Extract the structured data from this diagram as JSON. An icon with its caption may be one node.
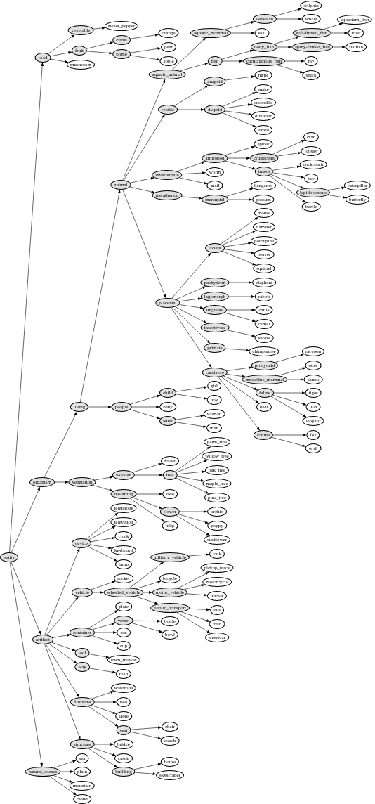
{
  "diagram": {
    "nodes": [
      {
        "text": [
          "entity"
        ]
      },
      {
        "text": [
          "food"
        ]
      },
      {
        "text": [
          "vegetable"
        ]
      },
      {
        "text": [
          "sweet_pepper"
        ]
      },
      {
        "text": [
          "fruit"
        ]
      },
      {
        "text": [
          "citrus"
        ]
      },
      {
        "text": [
          "orange"
        ]
      },
      {
        "text": [
          "pome"
        ]
      },
      {
        "text": [
          "pear"
        ]
      },
      {
        "text": [
          "apple"
        ]
      },
      {
        "text": [
          "mushroom"
        ]
      },
      {
        "text": [
          "organism"
        ]
      },
      {
        "text": [
          "living"
        ]
      },
      {
        "text": [
          "animal"
        ]
      },
      {
        "text": [
          "aquatic_animal"
        ]
      },
      {
        "text": [
          "aquatic_mammal"
        ]
      },
      {
        "text": [
          "cetacean"
        ]
      },
      {
        "text": [
          "dolphin"
        ]
      },
      {
        "text": [
          "whale"
        ]
      },
      {
        "text": [
          "seal"
        ]
      },
      {
        "text": [
          "fish"
        ]
      },
      {
        "text": [
          "bony_fish"
        ]
      },
      {
        "text": [
          "soft-finned_fish"
        ]
      },
      {
        "text": [
          "aquarium_fish"
        ]
      },
      {
        "text": [
          "trout"
        ]
      },
      {
        "text": [
          "spiny-finned_fish"
        ]
      },
      {
        "text": [
          "flatfish"
        ]
      },
      {
        "text": [
          "cartilaginous_fish"
        ]
      },
      {
        "text": [
          "ray"
        ]
      },
      {
        "text": [
          "shark"
        ]
      },
      {
        "text": [
          "reptile"
        ]
      },
      {
        "text": [
          "anapsid"
        ]
      },
      {
        "text": [
          "turtle"
        ]
      },
      {
        "text": [
          "diapsid"
        ]
      },
      {
        "text": [
          "snake"
        ]
      },
      {
        "text": [
          "crocodile"
        ]
      },
      {
        "text": [
          "dinosaur"
        ]
      },
      {
        "text": [
          "lizard"
        ]
      },
      {
        "text": [
          "invertebrate"
        ]
      },
      {
        "text": [
          "arthropod"
        ]
      },
      {
        "text": [
          "spider"
        ]
      },
      {
        "text": [
          "crustacean"
        ]
      },
      {
        "text": [
          "crab"
        ]
      },
      {
        "text": [
          "lobster"
        ]
      },
      {
        "text": [
          "insect"
        ]
      },
      {
        "text": [
          "cockroach"
        ]
      },
      {
        "text": [
          "bee"
        ]
      },
      {
        "text": [
          "lepidopterous"
        ]
      },
      {
        "text": [
          "caterpillar"
        ]
      },
      {
        "text": [
          "butterfly"
        ]
      },
      {
        "text": [
          "beetle"
        ]
      },
      {
        "text": [
          "worm"
        ]
      },
      {
        "text": [
          "snail"
        ]
      },
      {
        "text": [
          "metatherian"
        ]
      },
      {
        "text": [
          "marsupial"
        ]
      },
      {
        "text": [
          "kangaroo"
        ]
      },
      {
        "text": [
          "possum"
        ]
      },
      {
        "text": [
          "placental"
        ]
      },
      {
        "text": [
          "rodent"
        ]
      },
      {
        "text": [
          "mouse"
        ]
      },
      {
        "text": [
          "hamster"
        ]
      },
      {
        "text": [
          "porcupine"
        ]
      },
      {
        "text": [
          "beaver"
        ]
      },
      {
        "text": [
          "squirrel"
        ]
      },
      {
        "text": [
          "pachyderm"
        ]
      },
      {
        "text": [
          "elephant"
        ]
      },
      {
        "text": [
          "lagomorph"
        ]
      },
      {
        "text": [
          "rabbit"
        ]
      },
      {
        "text": [
          "ungulate"
        ]
      },
      {
        "text": [
          "cattle"
        ]
      },
      {
        "text": [
          "camel"
        ]
      },
      {
        "text": [
          "insectivore"
        ]
      },
      {
        "text": [
          "shrew"
        ]
      },
      {
        "text": [
          "primate"
        ]
      },
      {
        "text": [
          "chimpanzee"
        ]
      },
      {
        "text": [
          "carnivore"
        ]
      },
      {
        "text": [
          "procyonid"
        ]
      },
      {
        "text": [
          "raccoon"
        ]
      },
      {
        "text": [
          "musteline_mammal"
        ]
      },
      {
        "text": [
          "otter"
        ]
      },
      {
        "text": [
          "skunk"
        ]
      },
      {
        "text": [
          "feline"
        ]
      },
      {
        "text": [
          "tiger"
        ]
      },
      {
        "text": [
          "lion"
        ]
      },
      {
        "text": [
          "leopard"
        ]
      },
      {
        "text": [
          "bear"
        ]
      },
      {
        "text": [
          "canine"
        ]
      },
      {
        "text": [
          "fox"
        ]
      },
      {
        "text": [
          "wolf"
        ]
      },
      {
        "text": [
          "people"
        ]
      },
      {
        "text": [
          "child"
        ]
      },
      {
        "text": [
          "girl"
        ]
      },
      {
        "text": [
          "boy"
        ]
      },
      {
        "text": [
          "baby"
        ]
      },
      {
        "text": [
          "adult"
        ]
      },
      {
        "text": [
          "woman"
        ]
      },
      {
        "text": [
          "man"
        ]
      },
      {
        "text": [
          "vegetation"
        ]
      },
      {
        "text": [
          "wooden"
        ]
      },
      {
        "text": [
          "forest"
        ]
      },
      {
        "text": [
          "tree"
        ]
      },
      {
        "text": [
          "palm_tree"
        ]
      },
      {
        "text": [
          "willow_tree"
        ]
      },
      {
        "text": [
          "oak_tree"
        ]
      },
      {
        "text": [
          "maple_tree"
        ]
      },
      {
        "text": [
          "pine_tree"
        ]
      },
      {
        "text": [
          "blooming"
        ]
      },
      {
        "text": [
          "rose"
        ]
      },
      {
        "text": [
          "flower"
        ]
      },
      {
        "text": [
          "orchid"
        ]
      },
      {
        "text": [
          "poppy"
        ]
      },
      {
        "text": [
          "sunflower"
        ]
      },
      {
        "text": [
          "tulip"
        ]
      },
      {
        "text": [
          "artifact"
        ]
      },
      {
        "text": [
          "device"
        ]
      },
      {
        "text": [
          "telephone"
        ]
      },
      {
        "text": [
          "television"
        ]
      },
      {
        "text": [
          "clock"
        ]
      },
      {
        "text": [
          "keyboard"
        ]
      },
      {
        "text": [
          "lamp"
        ]
      },
      {
        "text": [
          "vehicle"
        ]
      },
      {
        "text": [
          "rocket"
        ]
      },
      {
        "text": [
          "wheeled_vehicle"
        ]
      },
      {
        "text": [
          "military_vehicle"
        ]
      },
      {
        "text": [
          "tank"
        ]
      },
      {
        "text": [
          "bicycle"
        ]
      },
      {
        "text": [
          "motor_vehicle"
        ]
      },
      {
        "text": [
          "pickup_truck"
        ]
      },
      {
        "text": [
          "motorcycle"
        ]
      },
      {
        "text": [
          "tractor"
        ]
      },
      {
        "text": [
          "public_transport"
        ]
      },
      {
        "text": [
          "bus"
        ]
      },
      {
        "text": [
          "train"
        ]
      },
      {
        "text": [
          "streetcar"
        ]
      },
      {
        "text": [
          "container"
        ]
      },
      {
        "text": [
          "plate"
        ]
      },
      {
        "text": [
          "vessel"
        ]
      },
      {
        "text": [
          "bottle"
        ]
      },
      {
        "text": [
          "bowl"
        ]
      },
      {
        "text": [
          "can"
        ]
      },
      {
        "text": [
          "cup"
        ]
      },
      {
        "text": [
          "tool"
        ]
      },
      {
        "text": [
          "lawn_mower"
        ]
      },
      {
        "text": [
          "way"
        ]
      },
      {
        "text": [
          "road"
        ]
      },
      {
        "text": [
          "furniture"
        ]
      },
      {
        "text": [
          "wardrobe"
        ]
      },
      {
        "text": [
          "bed"
        ]
      },
      {
        "text": [
          "table"
        ]
      },
      {
        "text": [
          "seat"
        ]
      },
      {
        "text": [
          "chair"
        ]
      },
      {
        "text": [
          "couch"
        ]
      },
      {
        "text": [
          "structure"
        ]
      },
      {
        "text": [
          "bridge"
        ]
      },
      {
        "text": [
          "castle"
        ]
      },
      {
        "text": [
          "building"
        ]
      },
      {
        "text": [
          "house"
        ]
      },
      {
        "text": [
          "skyscraper"
        ]
      },
      {
        "text": [
          "natural_scenes"
        ]
      },
      {
        "text": [
          "sea"
        ]
      },
      {
        "text": [
          "plain"
        ]
      },
      {
        "text": [
          "mountain"
        ]
      },
      {
        "text": [
          "cloud"
        ]
      }
    ],
    "edges": [
      {
        "from": 0,
        "to": 1,
        "arrow": "to"
      },
      {
        "from": 0,
        "to": 11,
        "arrow": "to"
      },
      {
        "from": 0,
        "to": 113,
        "arrow": "to"
      },
      {
        "from": 0,
        "to": 158,
        "arrow": "to"
      },
      {
        "from": 1,
        "to": 2,
        "arrow": "to"
      },
      {
        "from": 1,
        "to": 4,
        "arrow": "to"
      },
      {
        "from": 1,
        "to": 10,
        "arrow": "to"
      },
      {
        "from": 2,
        "to": 3,
        "arrow": "to"
      },
      {
        "from": 4,
        "to": 5,
        "arrow": "to"
      },
      {
        "from": 4,
        "to": 7,
        "arrow": "to"
      },
      {
        "from": 5,
        "to": 6,
        "arrow": "to"
      },
      {
        "from": 7,
        "to": 8,
        "arrow": "to"
      },
      {
        "from": 7,
        "to": 9,
        "arrow": "to"
      },
      {
        "from": 11,
        "to": 12,
        "arrow": "to"
      },
      {
        "from": 11,
        "to": 97,
        "arrow": "to"
      },
      {
        "from": 12,
        "to": 13,
        "arrow": "to"
      },
      {
        "from": 12,
        "to": 89,
        "arrow": "to"
      },
      {
        "from": 13,
        "to": 14,
        "arrow": "to"
      },
      {
        "from": 13,
        "to": 30,
        "arrow": "to"
      },
      {
        "from": 13,
        "to": 38,
        "arrow": "to"
      },
      {
        "from": 13,
        "to": 53,
        "arrow": "to"
      },
      {
        "from": 13,
        "to": 57,
        "arrow": "to"
      },
      {
        "from": 14,
        "to": 15,
        "arrow": "to"
      },
      {
        "from": 14,
        "to": 20,
        "arrow": "to"
      },
      {
        "from": 15,
        "to": 16,
        "arrow": "to"
      },
      {
        "from": 15,
        "to": 19,
        "arrow": "to"
      },
      {
        "from": 16,
        "to": 17,
        "arrow": "to"
      },
      {
        "from": 16,
        "to": 18,
        "arrow": "to"
      },
      {
        "from": 20,
        "to": 21,
        "arrow": "to"
      },
      {
        "from": 20,
        "to": 27,
        "arrow": "to"
      },
      {
        "from": 21,
        "to": 22,
        "arrow": "to"
      },
      {
        "from": 21,
        "to": 25,
        "arrow": "to"
      },
      {
        "from": 22,
        "to": 23,
        "arrow": "to"
      },
      {
        "from": 22,
        "to": 24,
        "arrow": "to"
      },
      {
        "from": 25,
        "to": 26,
        "arrow": "to"
      },
      {
        "from": 27,
        "to": 28,
        "arrow": "to"
      },
      {
        "from": 27,
        "to": 29,
        "arrow": "to"
      },
      {
        "from": 30,
        "to": 31,
        "arrow": "to"
      },
      {
        "from": 30,
        "to": 33,
        "arrow": "to"
      },
      {
        "from": 31,
        "to": 32,
        "arrow": "to"
      },
      {
        "from": 33,
        "to": 34,
        "arrow": "to"
      },
      {
        "from": 33,
        "to": 35,
        "arrow": "to"
      },
      {
        "from": 33,
        "to": 36,
        "arrow": "to"
      },
      {
        "from": 33,
        "to": 37,
        "arrow": "to"
      },
      {
        "from": 38,
        "to": 39,
        "arrow": "to"
      },
      {
        "from": 38,
        "to": 51,
        "arrow": "to"
      },
      {
        "from": 38,
        "to": 52,
        "arrow": "to"
      },
      {
        "from": 39,
        "to": 40,
        "arrow": "to"
      },
      {
        "from": 39,
        "to": 41,
        "arrow": "to"
      },
      {
        "from": 39,
        "to": 44,
        "arrow": "to"
      },
      {
        "from": 41,
        "to": 42,
        "arrow": "to"
      },
      {
        "from": 41,
        "to": 43,
        "arrow": "to"
      },
      {
        "from": 44,
        "to": 45,
        "arrow": "to"
      },
      {
        "from": 44,
        "to": 46,
        "arrow": "to"
      },
      {
        "from": 44,
        "to": 47,
        "arrow": "to"
      },
      {
        "from": 44,
        "to": 50,
        "arrow": "to"
      },
      {
        "from": 47,
        "to": 48,
        "arrow": "to"
      },
      {
        "from": 47,
        "to": 49,
        "arrow": "to"
      },
      {
        "from": 53,
        "to": 54,
        "arrow": "to"
      },
      {
        "from": 54,
        "to": 55,
        "arrow": "to"
      },
      {
        "from": 54,
        "to": 56,
        "arrow": "to"
      },
      {
        "from": 57,
        "to": 58,
        "arrow": "to"
      },
      {
        "from": 57,
        "to": 64,
        "arrow": "to"
      },
      {
        "from": 57,
        "to": 66,
        "arrow": "to"
      },
      {
        "from": 57,
        "to": 68,
        "arrow": "to"
      },
      {
        "from": 57,
        "to": 71,
        "arrow": "to"
      },
      {
        "from": 57,
        "to": 73,
        "arrow": "to"
      },
      {
        "from": 57,
        "to": 75,
        "arrow": "to"
      },
      {
        "from": 58,
        "to": 59,
        "arrow": "to"
      },
      {
        "from": 58,
        "to": 60,
        "arrow": "to"
      },
      {
        "from": 58,
        "to": 61,
        "arrow": "to"
      },
      {
        "from": 58,
        "to": 62,
        "arrow": "to"
      },
      {
        "from": 58,
        "to": 63,
        "arrow": "to"
      },
      {
        "from": 64,
        "to": 65,
        "arrow": "to"
      },
      {
        "from": 66,
        "to": 67,
        "arrow": "to"
      },
      {
        "from": 68,
        "to": 69,
        "arrow": "to"
      },
      {
        "from": 68,
        "to": 70,
        "arrow": "to"
      },
      {
        "from": 71,
        "to": 72,
        "arrow": "to"
      },
      {
        "from": 73,
        "to": 74,
        "arrow": "to"
      },
      {
        "from": 75,
        "to": 76,
        "arrow": "to"
      },
      {
        "from": 75,
        "to": 78,
        "arrow": "to"
      },
      {
        "from": 75,
        "to": 81,
        "arrow": "to"
      },
      {
        "from": 75,
        "to": 85,
        "arrow": "to"
      },
      {
        "from": 75,
        "to": 86,
        "arrow": "to"
      },
      {
        "from": 76,
        "to": 77,
        "arrow": "to"
      },
      {
        "from": 78,
        "to": 79,
        "arrow": "to"
      },
      {
        "from": 78,
        "to": 80,
        "arrow": "to"
      },
      {
        "from": 81,
        "to": 82,
        "arrow": "to"
      },
      {
        "from": 81,
        "to": 83,
        "arrow": "to"
      },
      {
        "from": 81,
        "to": 84,
        "arrow": "to"
      },
      {
        "from": 86,
        "to": 87,
        "arrow": "to"
      },
      {
        "from": 86,
        "to": 88,
        "arrow": "to"
      },
      {
        "from": 89,
        "to": 90,
        "arrow": "to"
      },
      {
        "from": 89,
        "to": 93,
        "arrow": "to"
      },
      {
        "from": 89,
        "to": 94,
        "arrow": "to"
      },
      {
        "from": 90,
        "to": 91,
        "arrow": "to"
      },
      {
        "from": 90,
        "to": 92,
        "arrow": "to"
      },
      {
        "from": 94,
        "to": 95,
        "arrow": "to"
      },
      {
        "from": 94,
        "to": 96,
        "arrow": "to"
      },
      {
        "from": 97,
        "to": 98,
        "arrow": "to"
      },
      {
        "from": 97,
        "to": 106,
        "arrow": "to"
      },
      {
        "from": 98,
        "to": 99,
        "arrow": "to"
      },
      {
        "from": 98,
        "to": 100,
        "arrow": "to"
      },
      {
        "from": 100,
        "to": 101,
        "arrow": "to"
      },
      {
        "from": 100,
        "to": 102,
        "arrow": "to"
      },
      {
        "from": 100,
        "to": 103,
        "arrow": "to"
      },
      {
        "from": 100,
        "to": 104,
        "arrow": "to"
      },
      {
        "from": 100,
        "to": 105,
        "arrow": "to"
      },
      {
        "from": 106,
        "to": 107,
        "arrow": "to"
      },
      {
        "from": 106,
        "to": 108,
        "arrow": "to"
      },
      {
        "from": 106,
        "to": 112,
        "arrow": "to"
      },
      {
        "from": 108,
        "to": 109,
        "arrow": "to"
      },
      {
        "from": 108,
        "to": 110,
        "arrow": "to"
      },
      {
        "from": 108,
        "to": 111,
        "arrow": "to"
      },
      {
        "from": 113,
        "to": 114,
        "arrow": "to"
      },
      {
        "from": 113,
        "to": 120,
        "arrow": "to"
      },
      {
        "from": 113,
        "to": 134,
        "arrow": "to"
      },
      {
        "from": 113,
        "to": 141,
        "arrow": "to"
      },
      {
        "from": 113,
        "to": 143,
        "arrow": "to"
      },
      {
        "from": 113,
        "to": 145,
        "arrow": "to"
      },
      {
        "from": 113,
        "to": 152,
        "arrow": "to"
      },
      {
        "from": 114,
        "to": 115,
        "arrow": "to"
      },
      {
        "from": 114,
        "to": 116,
        "arrow": "to"
      },
      {
        "from": 114,
        "to": 117,
        "arrow": "to"
      },
      {
        "from": 114,
        "to": 118,
        "arrow": "to"
      },
      {
        "from": 114,
        "to": 119,
        "arrow": "to"
      },
      {
        "from": 120,
        "to": 121,
        "arrow": "to"
      },
      {
        "from": 120,
        "to": 122,
        "arrow": "to"
      },
      {
        "from": 122,
        "to": 123,
        "arrow": "to"
      },
      {
        "from": 122,
        "to": 125,
        "arrow": "to"
      },
      {
        "from": 122,
        "to": 126,
        "arrow": "to"
      },
      {
        "from": 122,
        "to": 130,
        "arrow": "to"
      },
      {
        "from": 123,
        "to": 124,
        "arrow": "to"
      },
      {
        "from": 126,
        "to": 127,
        "arrow": "to"
      },
      {
        "from": 126,
        "to": 128,
        "arrow": "to"
      },
      {
        "from": 126,
        "to": 129,
        "arrow": "to"
      },
      {
        "from": 130,
        "to": 131,
        "arrow": "to"
      },
      {
        "from": 130,
        "to": 132,
        "arrow": "to"
      },
      {
        "from": 130,
        "to": 133,
        "arrow": "to"
      },
      {
        "from": 134,
        "to": 135,
        "arrow": "to"
      },
      {
        "from": 134,
        "to": 136,
        "arrow": "to"
      },
      {
        "from": 134,
        "to": 139,
        "arrow": "to"
      },
      {
        "from": 134,
        "to": 140,
        "arrow": "to"
      },
      {
        "from": 136,
        "to": 137,
        "arrow": "to"
      },
      {
        "from": 136,
        "to": 138,
        "arrow": "to"
      },
      {
        "from": 141,
        "to": 142,
        "arrow": "to"
      },
      {
        "from": 143,
        "to": 144,
        "arrow": "to"
      },
      {
        "from": 145,
        "to": 146,
        "arrow": "to"
      },
      {
        "from": 145,
        "to": 147,
        "arrow": "to"
      },
      {
        "from": 145,
        "to": 148,
        "arrow": "to"
      },
      {
        "from": 145,
        "to": 149,
        "arrow": "to"
      },
      {
        "from": 149,
        "to": 150,
        "arrow": "to"
      },
      {
        "from": 149,
        "to": 151,
        "arrow": "to"
      },
      {
        "from": 152,
        "to": 153,
        "arrow": "to"
      },
      {
        "from": 152,
        "to": 154,
        "arrow": "to"
      },
      {
        "from": 152,
        "to": 155,
        "arrow": "to"
      },
      {
        "from": 155,
        "to": 156,
        "arrow": "to"
      },
      {
        "from": 155,
        "to": 157,
        "arrow": "to"
      },
      {
        "from": 158,
        "to": 159,
        "arrow": "to"
      },
      {
        "from": 158,
        "to": 160,
        "arrow": "to"
      },
      {
        "from": 158,
        "to": 161,
        "arrow": "to"
      },
      {
        "from": 158,
        "to": 162,
        "arrow": "to"
      }
    ]
  }
}
